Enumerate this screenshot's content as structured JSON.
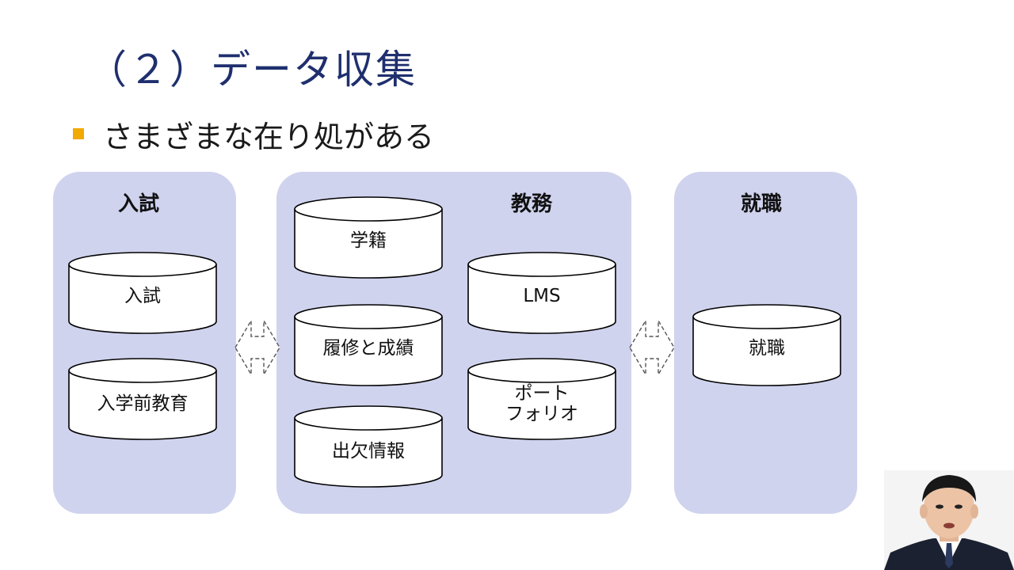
{
  "slide": {
    "title": "（２）データ収集",
    "bullet": "さまざまな在り処がある"
  },
  "colors": {
    "title": "#1f2f6e",
    "bullet": "#f2a900",
    "panel": "#d0d3ee"
  },
  "panels": {
    "admissions": {
      "title": "入試",
      "databases": [
        "入試",
        "入学前教育"
      ]
    },
    "academic": {
      "title": "教務",
      "databases": [
        "学籍",
        "履修と成績",
        "出欠情報",
        "LMS",
        "ポート\nフォリオ"
      ]
    },
    "career": {
      "title": "就職",
      "databases": [
        "就職"
      ]
    }
  },
  "connectors": [
    "double-arrow-icon",
    "double-arrow-icon"
  ],
  "presenter": "presenter-video"
}
